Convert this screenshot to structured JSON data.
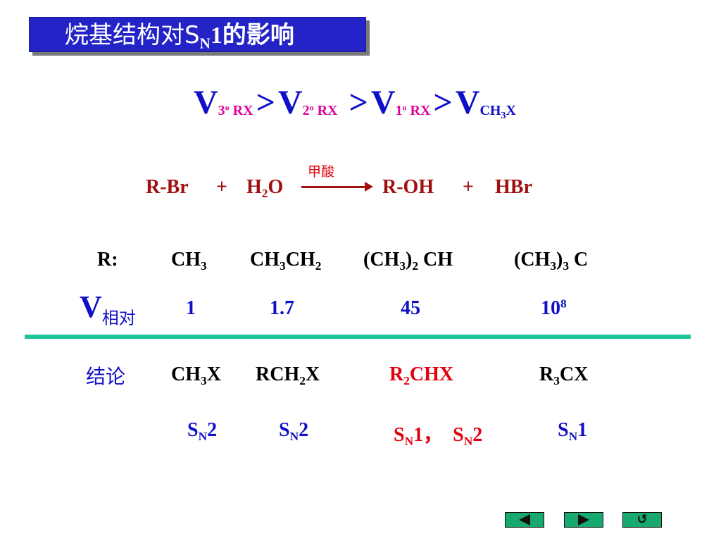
{
  "title": {
    "part1": "烷基结构对S",
    "sub": "N",
    "part2": "1的影响"
  },
  "rate_order": {
    "v": "V",
    "gt": ">",
    "t3_num": "3",
    "t3_sup": "o",
    "t2_num": "2",
    "t2_sup": "o",
    "t1_num": "1",
    "t1_sup": "o",
    "rx": " RX",
    "ch3x_a": "CH",
    "ch3x_sub": "3",
    "ch3x_b": "X"
  },
  "reaction": {
    "reactant1": "R-Br",
    "plus": "+",
    "water_h": "H",
    "water_sub": "2",
    "water_o": "O",
    "catalyst": "甲酸",
    "product1": "R-OH",
    "product2": "HBr"
  },
  "groups": {
    "label": "R:",
    "g1_a": "CH",
    "g1_sub": "3",
    "g2_a": "CH",
    "g2_sub1": "3",
    "g2_b": "CH",
    "g2_sub2": "2",
    "g3_a": "(CH",
    "g3_sub1": "3",
    "g3_b": ")",
    "g3_sub2": "2",
    "g3_c": " CH",
    "g4_a": "(CH",
    "g4_sub1": "3",
    "g4_b": ")",
    "g4_sub2": "3",
    "g4_c": " C"
  },
  "relative_rate": {
    "v": "V",
    "label": "相对",
    "values": [
      "1",
      "1.7",
      "45"
    ],
    "last_base": "10",
    "last_exp": "8"
  },
  "conclusion": {
    "label": "结论",
    "c1_a": "CH",
    "c1_sub": "3",
    "c1_b": "X",
    "c2_a": "RCH",
    "c2_sub": "2",
    "c2_b": "X",
    "c3_a": "R",
    "c3_sub": "2",
    "c3_b": "CHX",
    "c4_a": "R",
    "c4_sub": "3",
    "c4_b": "CX"
  },
  "mechanisms": {
    "s": "S",
    "n": "N",
    "m1": "2",
    "m2": "2",
    "m3a": "1，",
    "m3b": "2",
    "m4": "1"
  },
  "nav": {
    "prev_icon": "triangle-left",
    "next_icon": "triangle-right",
    "return_icon": "return-arrow",
    "return_glyph": "↺"
  },
  "colors": {
    "title_bg": "#2323c8",
    "blue_text": "#1010c8",
    "magenta_sub": "#e0009a",
    "dark_red": "#a01010",
    "red": "#e00010",
    "divider": "#1ec39a",
    "nav_green": "#17a96d"
  }
}
